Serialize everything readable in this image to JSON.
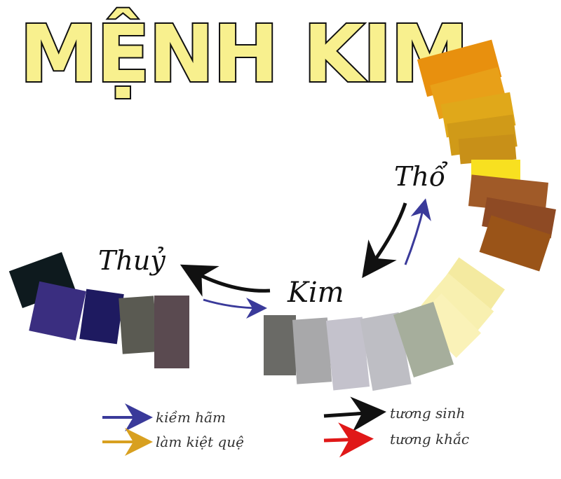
{
  "title": "MỆNH KIM",
  "nodes": {
    "kim": "Kim",
    "tho": "Thổ",
    "thuy": "Thuỷ"
  },
  "legend": {
    "kiem_ham": "kiềm hãm",
    "lam_kiet_que": "làm kiệt quệ",
    "tuong_sinh": "tương sinh",
    "tuong_khac": "tương khắc"
  },
  "colors": {
    "kiem_ham": "#3a3a9a",
    "lam_kiet_que": "#d8a020",
    "tuong_sinh": "#111111",
    "tuong_khac": "#e01818",
    "title_fill": "#f8f08e"
  },
  "swatches": {
    "tho": [
      "#e8900e",
      "#e8a018",
      "#e0a81a",
      "#d09a18",
      "#c89018",
      "#f8e020",
      "#a05a28",
      "#8e4a24",
      "#9a5418"
    ],
    "thuy": [
      "#0e1a1e",
      "#3a2e80",
      "#1e1a60",
      "#5a5a52",
      "#5a4a50"
    ],
    "kim_gray": [
      "#6a6a66",
      "#a8a8aa",
      "#c4c2cc",
      "#bebec4",
      "#a6ae9c"
    ],
    "kim_yellow": [
      "#f4eaa0",
      "#f8f0b0",
      "#faf2b8"
    ]
  }
}
